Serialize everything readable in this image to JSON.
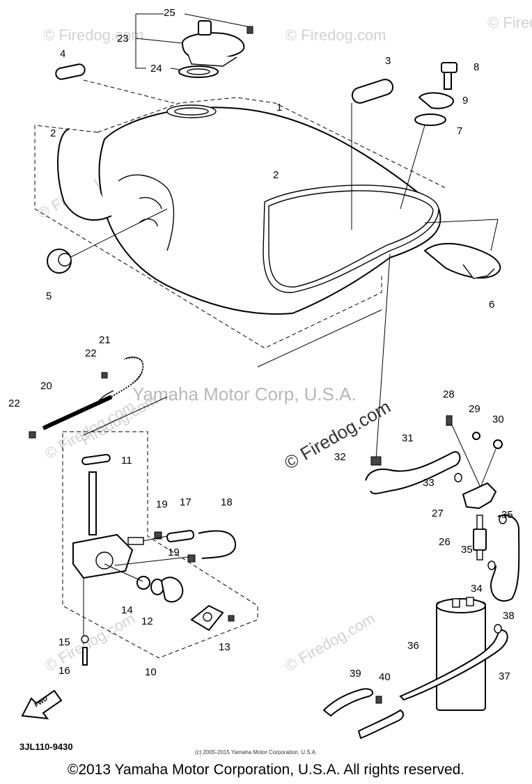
{
  "watermarks": {
    "firedog": "© Firedog.com",
    "firedog_url": "Firedog.com",
    "yamaha": "Yamaha Motor Corp, U.S.A."
  },
  "fwd_label": "FWD",
  "part_numbers": [
    "1",
    "2",
    "2",
    "3",
    "4",
    "5",
    "6",
    "7",
    "8",
    "9",
    "10",
    "11",
    "12",
    "13",
    "14",
    "15",
    "16",
    "17",
    "18",
    "19",
    "19",
    "20",
    "21",
    "22",
    "22",
    "23",
    "24",
    "25",
    "26",
    "27",
    "28",
    "29",
    "30",
    "31",
    "32",
    "33",
    "34",
    "35",
    "35",
    "36",
    "37",
    "38",
    "39",
    "40"
  ],
  "diagram_code": "3JL110-9430",
  "small_notice": "(c) 2005-2015 Yamaha Motor Corporation, U.S.A.",
  "copyright": "©2013 Yamaha Motor Corporation, U.S.A. All rights reserved."
}
